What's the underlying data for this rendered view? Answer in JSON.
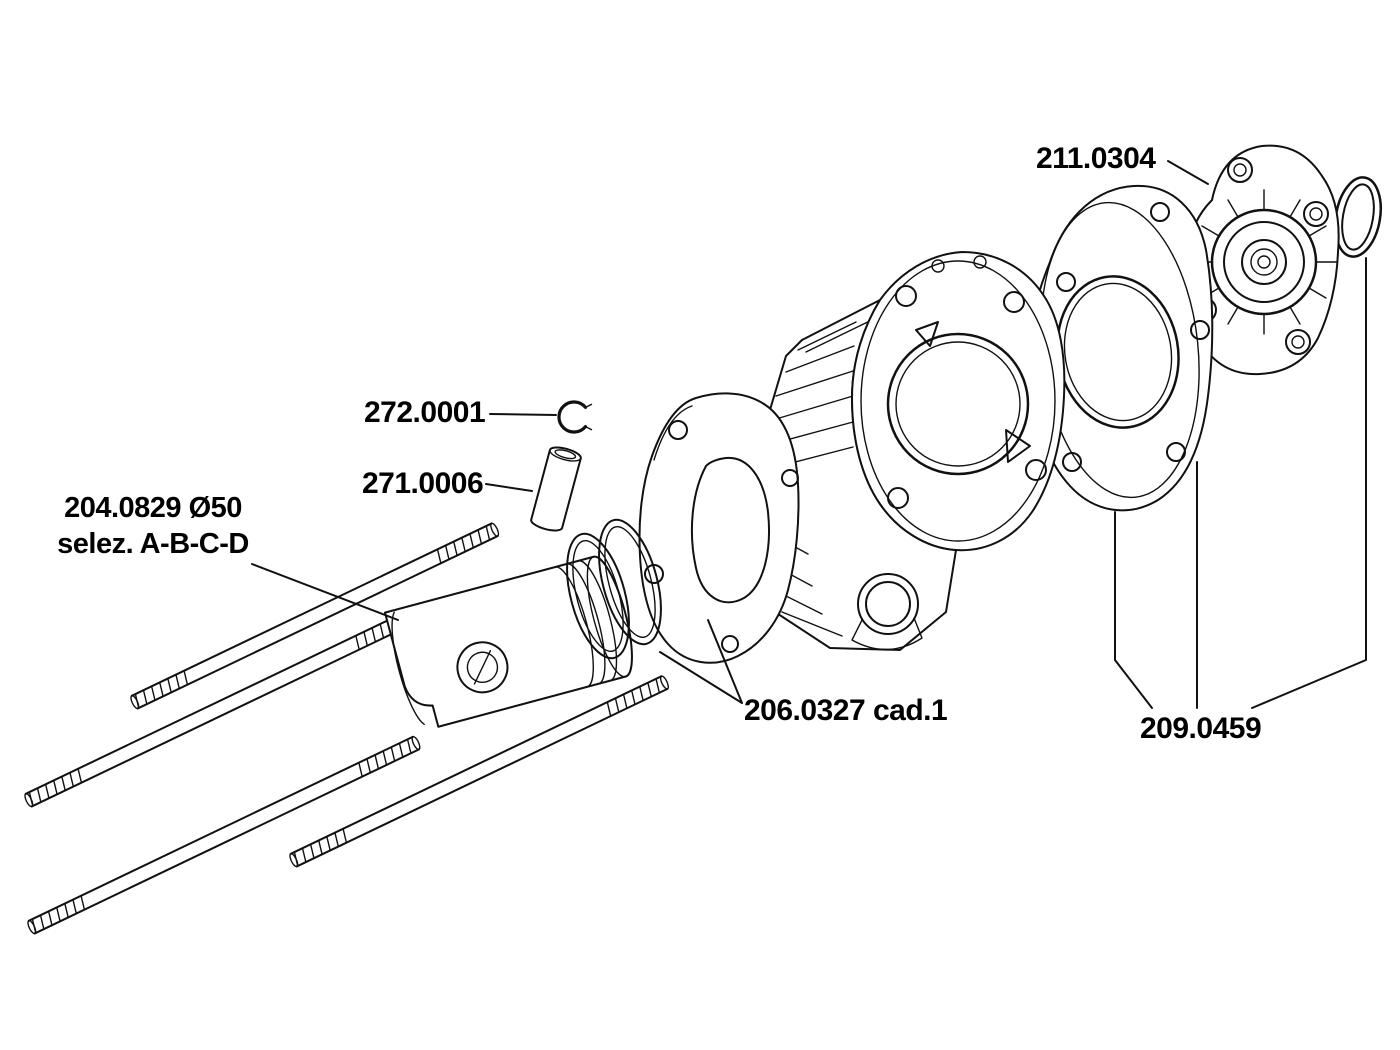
{
  "colors": {
    "background": "#ffffff",
    "line_art": "#111111",
    "label_text": "#000000"
  },
  "labels": {
    "cylinder_head": "211.0304",
    "circlip": "272.0001",
    "piston_pin": "271.0006",
    "piston_line1": "204.0829 Ø50",
    "piston_line2": "selez. A-B-C-D",
    "base_gasket": "206.0327 cad.1",
    "head_gasket": "209.0459"
  }
}
